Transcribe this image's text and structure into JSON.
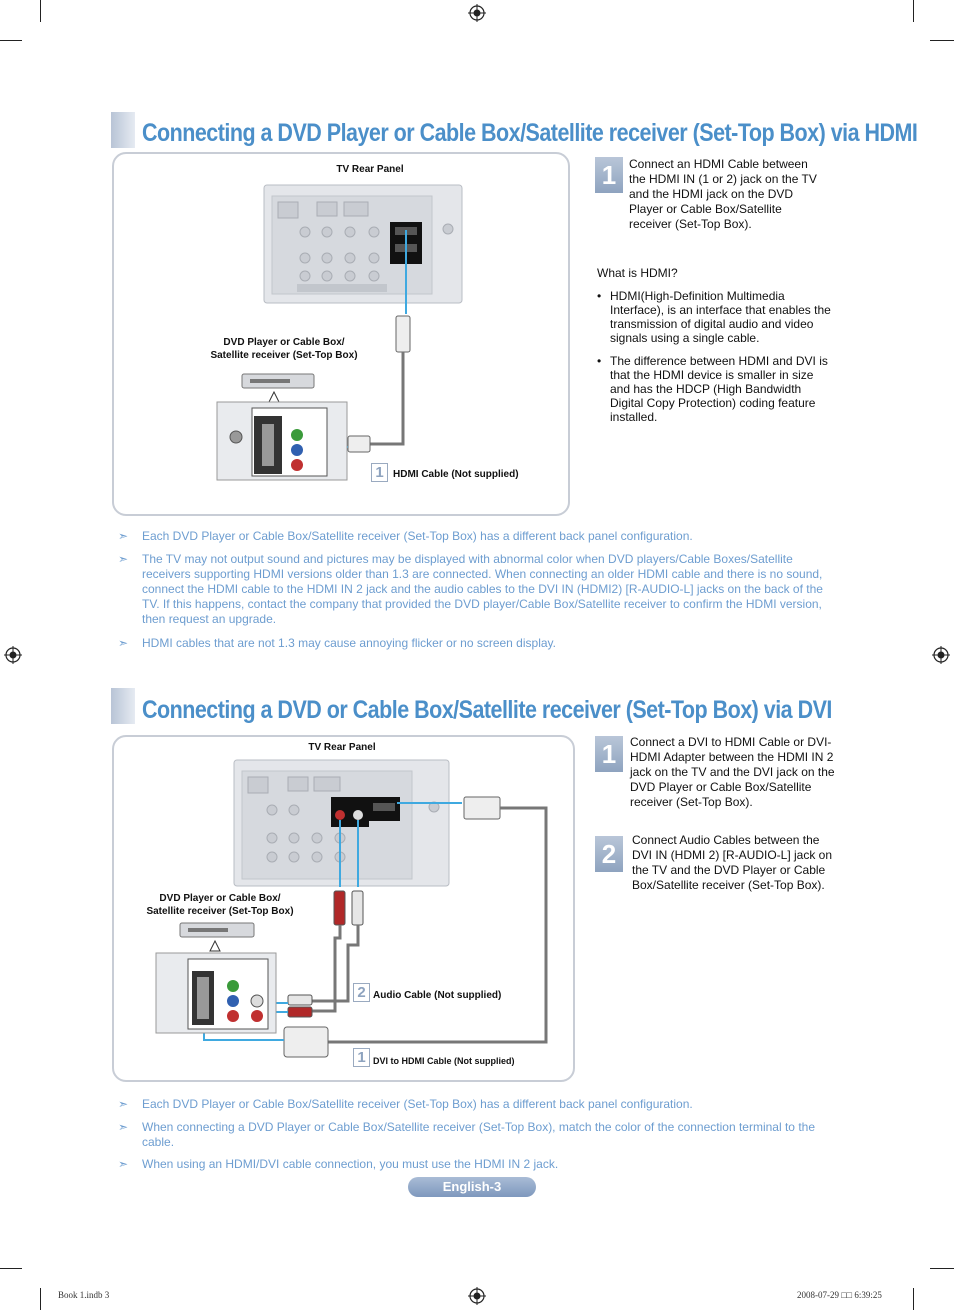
{
  "section1": {
    "title": "Connecting a DVD Player or Cable Box/Satellite receiver (Set-Top Box) via HDMI",
    "tv_rear_panel_label": "TV Rear Panel",
    "device_label": "DVD Player or Cable Box/\nSatellite receiver (Set-Top Box)",
    "cable_number": "1",
    "cable_label": "HDMI Cable (Not supplied)",
    "step": {
      "number": "1",
      "text": "Connect an HDMI Cable between the HDMI IN (1 or 2) jack on the TV and the HDMI jack on the DVD Player or Cable Box/Satellite receiver (Set-Top Box)."
    },
    "what_is_heading": "What is HDMI?",
    "bullets": [
      "HDMI(High-Definition Multimedia Interface), is an interface that enables the transmission of digital audio and video signals using a single cable.",
      "The difference between HDMI and DVI is that the HDMI device is smaller in size and has the HDCP (High Bandwidth Digital Copy Protection) coding feature installed."
    ],
    "notes": [
      "Each DVD Player or Cable Box/Satellite receiver (Set-Top Box) has a different back panel configuration.",
      "The TV may not output sound and pictures may be displayed with abnormal color when DVD players/Cable Boxes/Satellite receivers supporting HDMI versions older than 1.3 are connected. When connecting an older HDMI cable and there is no sound, connect the HDMI cable to the HDMI IN 2 jack and the audio cables to the DVI IN (HDMI2) [R-AUDIO-L] jacks on the back of the TV. If this happens, contact the company that provided the DVD player/Cable Box/Satellite receiver to confirm the HDMI version, then request an upgrade.",
      "HDMI cables that are not 1.3 may cause annoying flicker or no screen display."
    ]
  },
  "section2": {
    "title": "Connecting a DVD or Cable Box/Satellite receiver (Set-Top Box) via DVI",
    "tv_rear_panel_label": "TV Rear Panel",
    "device_label": "DVD Player or Cable Box/\nSatellite receiver (Set-Top Box)",
    "audio_cable_number": "2",
    "audio_cable_label": "Audio Cable (Not supplied)",
    "dvi_cable_number": "1",
    "dvi_cable_label": "DVI to HDMI Cable (Not supplied)",
    "steps": [
      {
        "number": "1",
        "text": "Connect a DVI to HDMI Cable or DVI-HDMI Adapter between the HDMI IN 2 jack on the TV and the DVI jack on the DVD Player or Cable Box/Satellite receiver (Set-Top Box)."
      },
      {
        "number": "2",
        "text": "Connect Audio Cables between the DVI IN (HDMI 2) [R-AUDIO-L] jack on the TV and the DVD Player or Cable Box/Satellite receiver (Set-Top Box)."
      }
    ],
    "notes": [
      "Each DVD Player or Cable Box/Satellite receiver (Set-Top Box) has a different back panel configuration.",
      "When connecting a DVD Player or Cable Box/Satellite receiver (Set-Top Box), match the color of the connection terminal to the cable.",
      "When using an HDMI/DVI cable connection, you must use the HDMI IN 2 jack."
    ]
  },
  "note_icon": "➣",
  "page_label": "English-3",
  "footer": {
    "left": "Book 1.indb   3",
    "right": "2008-07-29   □□ 6:39:25"
  },
  "colors": {
    "heading_blue": "#4b8fc9",
    "note_blue": "#6d9dd0",
    "cable_blue": "#3fa9e0",
    "step_badge": "#8ea3bf"
  }
}
